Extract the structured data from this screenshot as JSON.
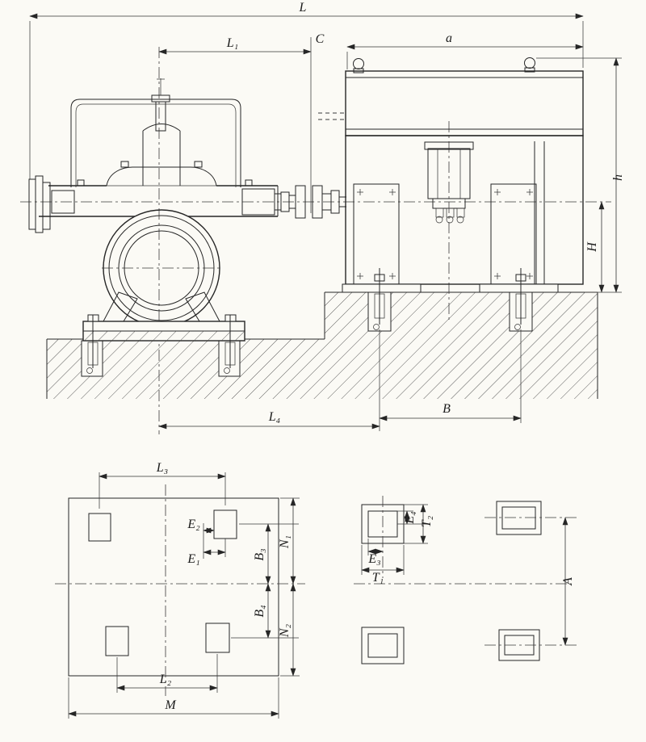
{
  "colors": {
    "line": "#262626",
    "paper": "#fbfaf5"
  },
  "labels": {
    "L": "L",
    "L1": "L₁",
    "C": "C",
    "a": "a",
    "h": "h",
    "H": "H",
    "L4": "L₄",
    "B": "B",
    "L3": "L₃",
    "L2": "L₂",
    "M": "M",
    "N1": "N₁",
    "N2": "N₂",
    "B3": "B₃",
    "B4": "B₄",
    "E1": "E₁",
    "E2": "E₂",
    "E3": "E₃",
    "E4": "E₄",
    "T1": "T₁",
    "T2": "T₂",
    "A": "A"
  }
}
